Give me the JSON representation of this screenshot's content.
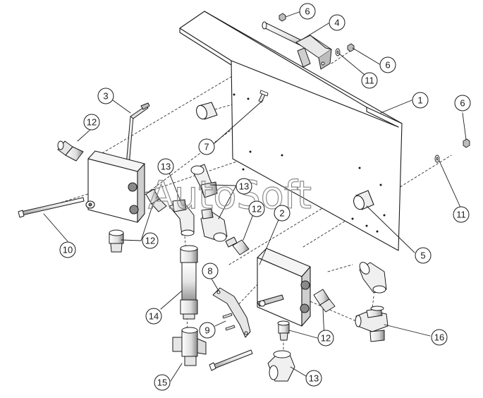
{
  "watermark": {
    "text": "AutoSoft"
  },
  "colors": {
    "line": "#1a1a1a",
    "fill_light": "#f4f4f4",
    "fill_mid": "#d9d9d9",
    "fill_dark": "#7a7a7a",
    "callout_fill": "#ffffff",
    "watermark": "#8c8c8c"
  },
  "callouts": [
    {
      "id": "c6a",
      "label": "6"
    },
    {
      "id": "c4",
      "label": "4"
    },
    {
      "id": "c6b",
      "label": "6"
    },
    {
      "id": "c11a",
      "label": "11"
    },
    {
      "id": "c1",
      "label": "1"
    },
    {
      "id": "c3",
      "label": "3"
    },
    {
      "id": "c12a",
      "label": "12"
    },
    {
      "id": "c7",
      "label": "7"
    },
    {
      "id": "c6c",
      "label": "6"
    },
    {
      "id": "c13a",
      "label": "13"
    },
    {
      "id": "c13b",
      "label": "13"
    },
    {
      "id": "c12b",
      "label": "12"
    },
    {
      "id": "c2",
      "label": "2"
    },
    {
      "id": "c11b",
      "label": "11"
    },
    {
      "id": "c10",
      "label": "10"
    },
    {
      "id": "c12c",
      "label": "12"
    },
    {
      "id": "c5",
      "label": "5"
    },
    {
      "id": "c8",
      "label": "8"
    },
    {
      "id": "c14",
      "label": "14"
    },
    {
      "id": "c16",
      "label": "16"
    },
    {
      "id": "c9",
      "label": "9"
    },
    {
      "id": "c12d",
      "label": "12"
    },
    {
      "id": "c15",
      "label": "15"
    },
    {
      "id": "c13c",
      "label": "13"
    }
  ]
}
